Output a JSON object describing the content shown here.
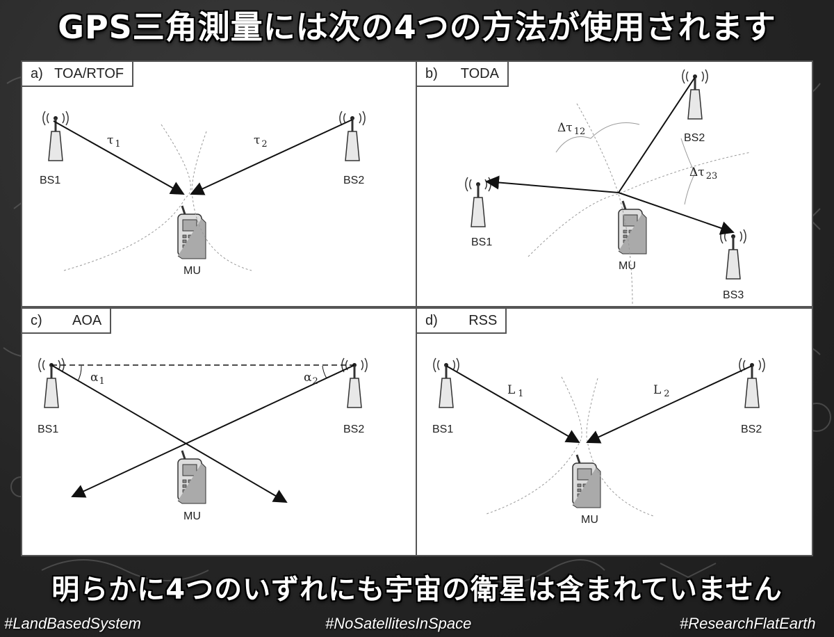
{
  "title": "GPS三角測量には次の4つの方法が使用されます",
  "subtitle": "明らかに4つのいずれにも宇宙の衛星は含まれていません",
  "hashtags": [
    "#LandBasedSystem",
    "#NoSatellitesInSpace",
    "#ResearchFlatEarth"
  ],
  "panels": {
    "a": {
      "label": "a)   TOA/RTOF",
      "bs1": "BS1",
      "bs2": "BS2",
      "mu": "MU",
      "t1": "τ",
      "t1sub": "1",
      "t2": "τ",
      "t2sub": "2"
    },
    "b": {
      "label": "b)      TODA",
      "bs1": "BS1",
      "bs2": "BS2",
      "bs3": "BS3",
      "mu": "MU",
      "d12": "Δτ",
      "d12sub": "12",
      "d23": "Δτ",
      "d23sub": "23"
    },
    "c": {
      "label": "c)        AOA",
      "bs1": "BS1",
      "bs2": "BS2",
      "mu": "MU",
      "a1": "α",
      "a1sub": "1",
      "a2": "α",
      "a2sub": "2"
    },
    "d": {
      "label": "d)        RSS",
      "bs1": "BS1",
      "bs2": "BS2",
      "mu": "MU",
      "l1": "L",
      "l1sub": "1",
      "l2": "L",
      "l2sub": "2"
    }
  }
}
